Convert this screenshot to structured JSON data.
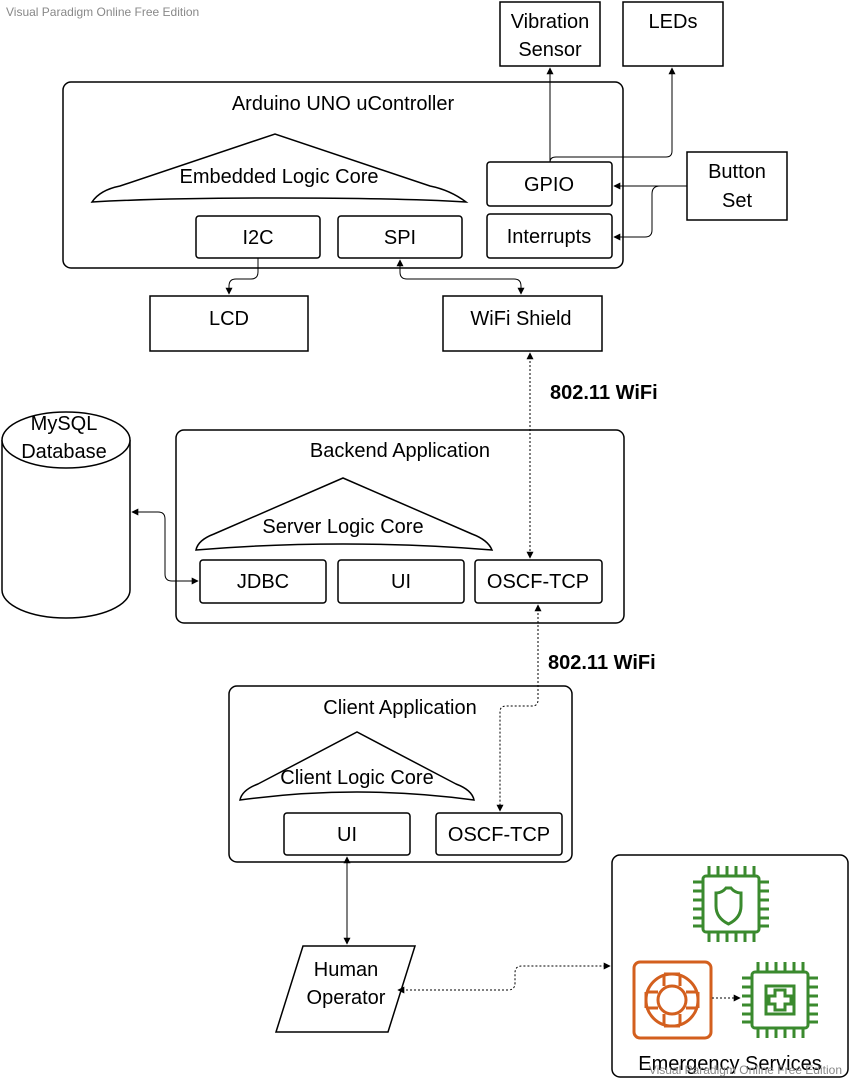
{
  "watermarks": {
    "top": "Visual Paradigm Online Free Edition",
    "bottom": "Visual Paradigm Online Free Edition"
  },
  "arduino": {
    "title": "Arduino UNO uController",
    "core": "Embedded Logic Core",
    "i2c": "I2C",
    "spi": "SPI",
    "gpio": "GPIO",
    "interrupts": "Interrupts"
  },
  "peripherals": {
    "vibration_line1": "Vibration",
    "vibration_line2": "Sensor",
    "leds": "LEDs",
    "button_line1": "Button",
    "button_line2": "Set",
    "lcd": "LCD",
    "wifi_shield": "WiFi Shield"
  },
  "links": {
    "wifi_upper": "802.11 WiFi",
    "wifi_lower": "802.11 WiFi"
  },
  "database": {
    "line1": "MySQL",
    "line2": "Database"
  },
  "backend": {
    "title": "Backend Application",
    "core": "Server Logic Core",
    "jdbc": "JDBC",
    "ui": "UI",
    "oscf": "OSCF-TCP"
  },
  "client": {
    "title": "Client Application",
    "core": "Client Logic Core",
    "ui": "UI",
    "oscf": "OSCF-TCP"
  },
  "operator": {
    "line1": "Human",
    "line2": "Operator"
  },
  "emergency": {
    "title": "Emergency Services",
    "icons": [
      "police-chip-icon",
      "ambulance-icon",
      "medical-chip-icon"
    ]
  },
  "colors": {
    "chip_green": "#3a8a2e",
    "ambulance_orange": "#d35f1e"
  }
}
